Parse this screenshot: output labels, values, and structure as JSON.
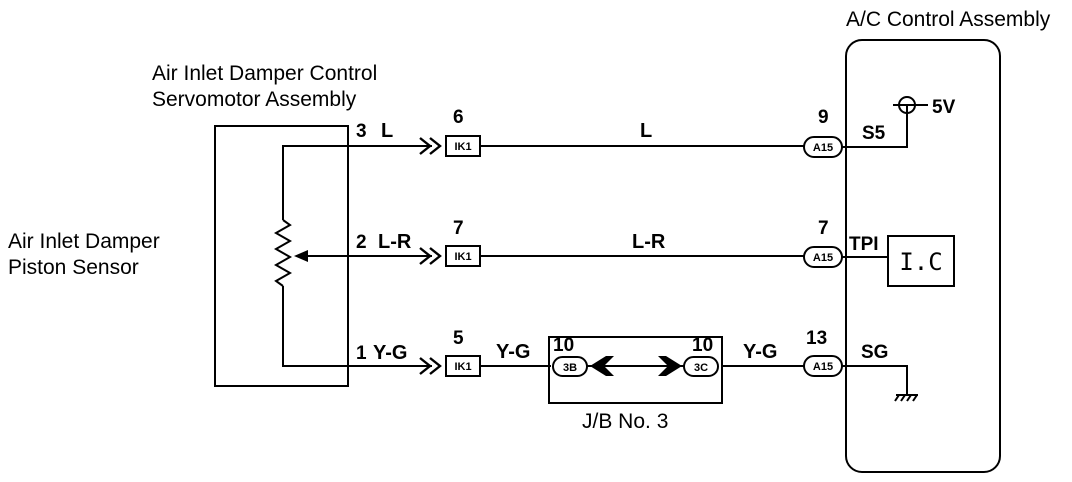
{
  "servo": {
    "title_line1": "Air Inlet Damper Control",
    "title_line2": "Servomotor Assembly"
  },
  "sensor": {
    "label_line1": "Air Inlet Damper",
    "label_line2": "Piston Sensor"
  },
  "ac": {
    "title": "A/C Control Assembly",
    "ic": "I.C",
    "supply": "5V"
  },
  "jb": {
    "label": "J/B No. 3"
  },
  "circuits": [
    {
      "servo_pin": "3",
      "servo_wire": "L",
      "ik1_pin": "6",
      "ik1": "IK1",
      "wire": "L",
      "a15_pin": "9",
      "a15": "A15",
      "terminal": "S5"
    },
    {
      "servo_pin": "2",
      "servo_wire": "L-R",
      "ik1_pin": "7",
      "ik1": "IK1",
      "wire": "L-R",
      "a15_pin": "7",
      "a15": "A15",
      "terminal": "TPI"
    },
    {
      "servo_pin": "1",
      "servo_wire": "Y-G",
      "ik1_pin": "5",
      "ik1": "IK1",
      "wire": "Y-G",
      "a15_pin": "13",
      "a15": "A15",
      "terminal": "SG",
      "jb_wire_in": "Y-G",
      "jb_in_pin": "10",
      "jb_in": "3B",
      "jb_out_pin": "10",
      "jb_out": "3C",
      "jb_wire_out": "Y-G"
    }
  ]
}
